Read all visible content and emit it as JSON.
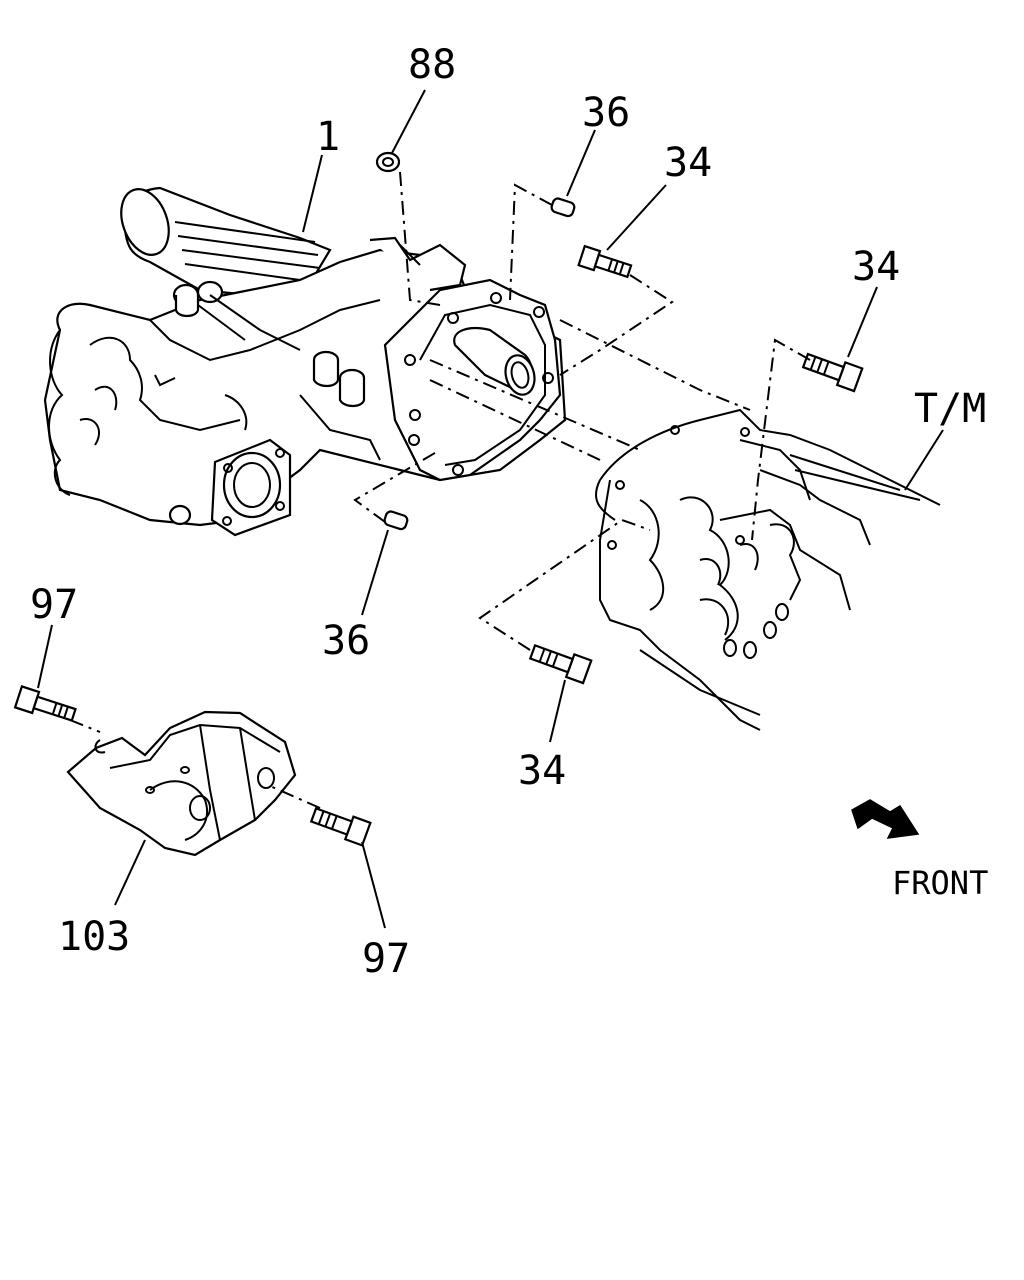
{
  "labels": {
    "p88": "88",
    "p36_top": "36",
    "p34_top": "34",
    "p34_right": "34",
    "p1": "1",
    "tm": "T/M",
    "p97_left": "97",
    "p36_bottom": "36",
    "p34_bottom": "34",
    "p103": "103",
    "p97_right": "97",
    "front": "FRONT"
  },
  "icons": {
    "front_arrow": "front-direction-arrow-icon"
  }
}
